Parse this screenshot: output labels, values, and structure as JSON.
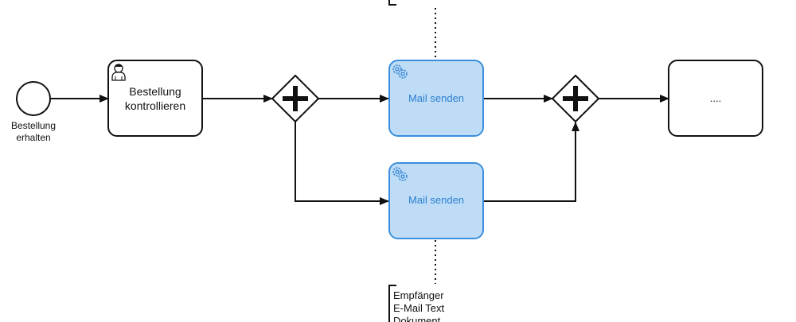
{
  "diagram": {
    "start_event": {
      "label_line1": "Bestellung",
      "label_line2": "erhalten"
    },
    "user_task": {
      "label_line1": "Bestellung",
      "label_line2": "kontrollieren",
      "icon": "user-icon"
    },
    "parallel_split": {
      "icon": "plus-icon"
    },
    "service_task_top": {
      "label": "Mail senden",
      "icon": "gear-icon"
    },
    "service_task_bottom": {
      "label": "Mail senden",
      "icon": "gear-icon"
    },
    "parallel_join": {
      "icon": "plus-icon"
    },
    "next_task": {
      "label": "...."
    },
    "annotation_bottom": {
      "lines": [
        "Empfänger",
        "E-Mail Text",
        "Dokument"
      ]
    },
    "colors": {
      "service_fill": "#bfdcf7",
      "service_stroke": "#3b8fdc",
      "service_text": "#2a7fcf",
      "stroke": "#111111"
    }
  }
}
